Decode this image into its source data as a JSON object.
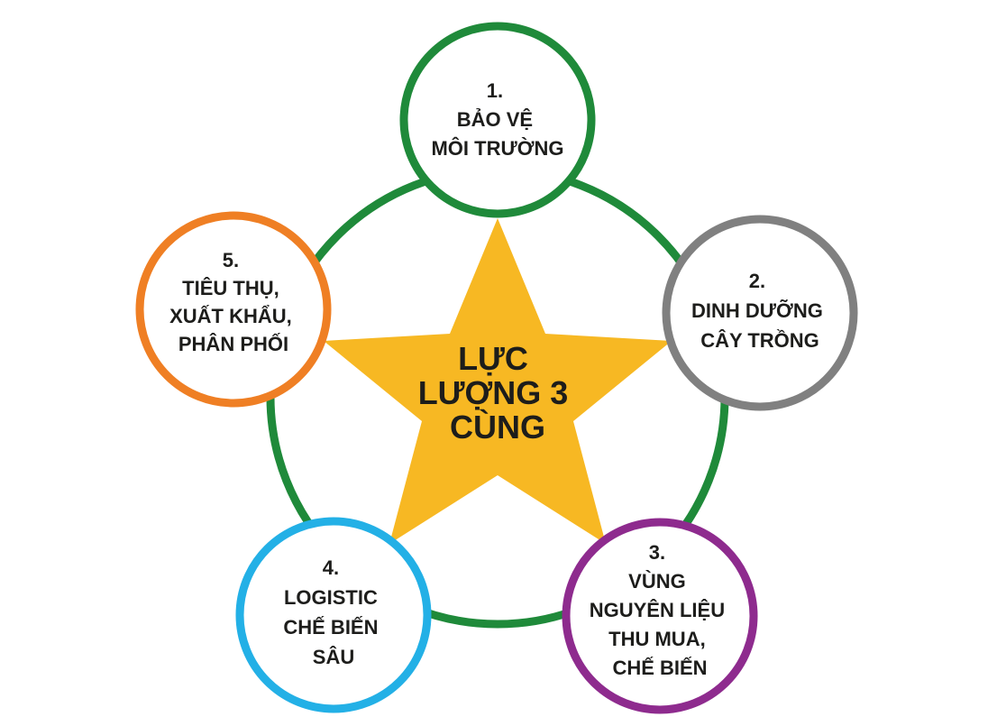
{
  "diagram": {
    "center": {
      "lines": [
        "LỰC",
        "LƯỢNG 3",
        "CÙNG"
      ],
      "star_color": "#f7b823"
    },
    "ring_color": "#1f8a3a",
    "nodes": [
      {
        "id": "node-1",
        "lines": [
          "1.",
          "BẢO VỆ",
          "MÔI TRƯỜNG"
        ],
        "color": "#1f8a3a"
      },
      {
        "id": "node-2",
        "lines": [
          "2.",
          "DINH DƯỠNG",
          "CÂY TRỒNG"
        ],
        "color": "#808080"
      },
      {
        "id": "node-3",
        "lines": [
          "3.",
          "VÙNG",
          "NGUYÊN LIỆU",
          "THU MUA,",
          "CHẾ BIẾN"
        ],
        "color": "#8e2b8e"
      },
      {
        "id": "node-4",
        "lines": [
          "4.",
          "LOGISTIC",
          "CHẾ BIẾN",
          "SÂU"
        ],
        "color": "#23b0e6"
      },
      {
        "id": "node-5",
        "lines": [
          "5.",
          "TIÊU THỤ,",
          "XUẤT KHẨU,",
          "PHÂN PHỐI"
        ],
        "color": "#ef7f24"
      }
    ]
  }
}
